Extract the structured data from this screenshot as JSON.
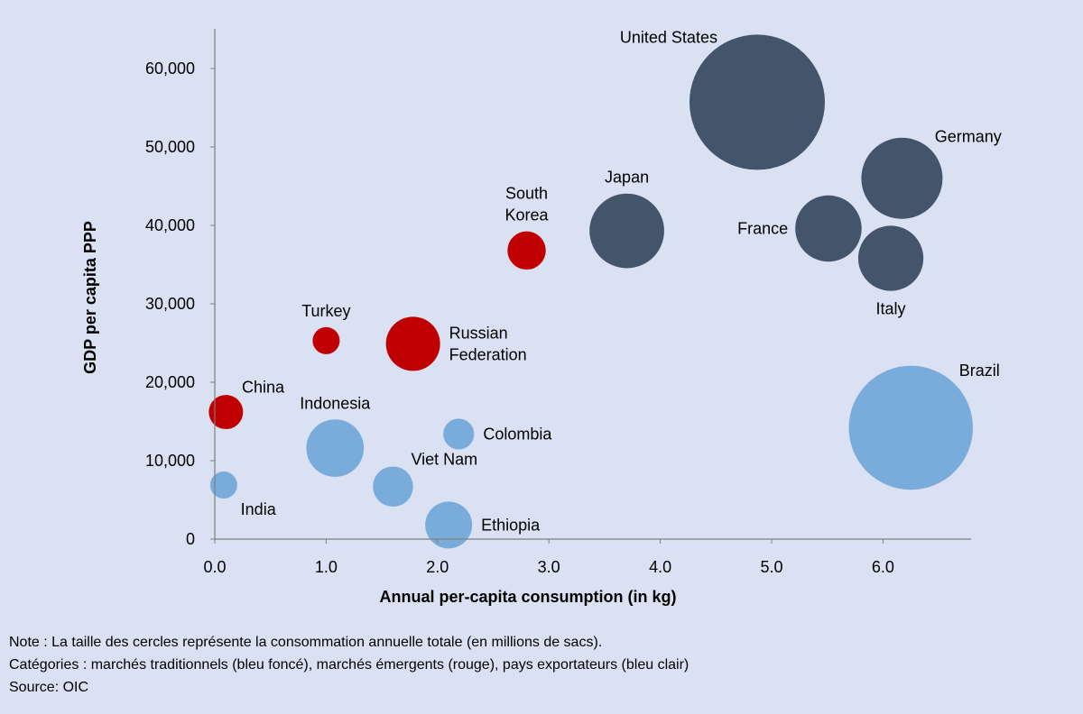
{
  "colors": {
    "background": "#d9e1f2",
    "traditional": "#44546a",
    "emerging": "#c00000",
    "exporting": "#7aacdb",
    "axis": "#7f7f7f"
  },
  "notes": {
    "size_note": "Note : La taille des cercles représente la consommation annuelle totale (en millions de sacs).",
    "categories_note": "Catégories : marchés traditionnels (bleu foncé), marchés émergents (rouge), pays exportateurs (bleu clair)",
    "source": "Source: OIC"
  },
  "chart_data": {
    "type": "scatter",
    "subtype": "bubble",
    "xlabel": "Annual per-capita consumption (in kg)",
    "ylabel": "GDP per capita PPP",
    "xlim": [
      0,
      6.8
    ],
    "ylim": [
      0,
      65000
    ],
    "x_ticks": [
      {
        "value": 0,
        "label": "0.0"
      },
      {
        "value": 1,
        "label": "1.0"
      },
      {
        "value": 2,
        "label": "2.0"
      },
      {
        "value": 3,
        "label": "3.0"
      },
      {
        "value": 4,
        "label": "4.0"
      },
      {
        "value": 5,
        "label": "5.0"
      },
      {
        "value": 6,
        "label": "6.0"
      }
    ],
    "y_ticks": [
      {
        "value": 0,
        "label": "0"
      },
      {
        "value": 10000,
        "label": "10,000"
      },
      {
        "value": 20000,
        "label": "20,000"
      },
      {
        "value": 30000,
        "label": "30,000"
      },
      {
        "value": 40000,
        "label": "40,000"
      },
      {
        "value": 50000,
        "label": "50,000"
      },
      {
        "value": 60000,
        "label": "60,000"
      }
    ],
    "grid": false,
    "points": [
      {
        "label": [
          "United States"
        ],
        "x": 4.87,
        "y": 55700,
        "size": 25,
        "category": "traditional",
        "label_pos": "top-left"
      },
      {
        "label": [
          "Germany"
        ],
        "x": 6.17,
        "y": 46000,
        "size": 9,
        "category": "traditional",
        "label_pos": "top-right"
      },
      {
        "label": [
          "Japan"
        ],
        "x": 3.7,
        "y": 39300,
        "size": 7.6,
        "category": "traditional",
        "label_pos": "top"
      },
      {
        "label": [
          "France"
        ],
        "x": 5.51,
        "y": 39600,
        "size": 6,
        "category": "traditional",
        "label_pos": "left"
      },
      {
        "label": [
          "Italy"
        ],
        "x": 6.07,
        "y": 35800,
        "size": 5.8,
        "category": "traditional",
        "label_pos": "bottom"
      },
      {
        "label": [
          "South",
          "Korea"
        ],
        "x": 2.8,
        "y": 36800,
        "size": 2,
        "category": "emerging",
        "label_pos": "top"
      },
      {
        "label": [
          "Turkey"
        ],
        "x": 1.0,
        "y": 25300,
        "size": 1,
        "category": "emerging",
        "label_pos": "top"
      },
      {
        "label": [
          "Russian",
          "Federation"
        ],
        "x": 1.78,
        "y": 24900,
        "size": 4,
        "category": "emerging",
        "label_pos": "right"
      },
      {
        "label": [
          "China"
        ],
        "x": 0.1,
        "y": 16200,
        "size": 1.6,
        "category": "emerging",
        "label_pos": "top-right"
      },
      {
        "label": [
          "Brazil"
        ],
        "x": 6.25,
        "y": 14200,
        "size": 21,
        "category": "exporting",
        "label_pos": "top-right"
      },
      {
        "label": [
          "Indonesia"
        ],
        "x": 1.08,
        "y": 11600,
        "size": 4.5,
        "category": "exporting",
        "label_pos": "top"
      },
      {
        "label": [
          "Colombia"
        ],
        "x": 2.19,
        "y": 13400,
        "size": 1.3,
        "category": "exporting",
        "label_pos": "right"
      },
      {
        "label": [
          "Viet Nam"
        ],
        "x": 1.6,
        "y": 6700,
        "size": 2.2,
        "category": "exporting",
        "label_pos": "top-right"
      },
      {
        "label": [
          "India"
        ],
        "x": 0.08,
        "y": 6900,
        "size": 1,
        "category": "exporting",
        "label_pos": "bottom-right"
      },
      {
        "label": [
          "Ethiopia"
        ],
        "x": 2.1,
        "y": 1800,
        "size": 3,
        "category": "exporting",
        "label_pos": "right"
      }
    ]
  }
}
